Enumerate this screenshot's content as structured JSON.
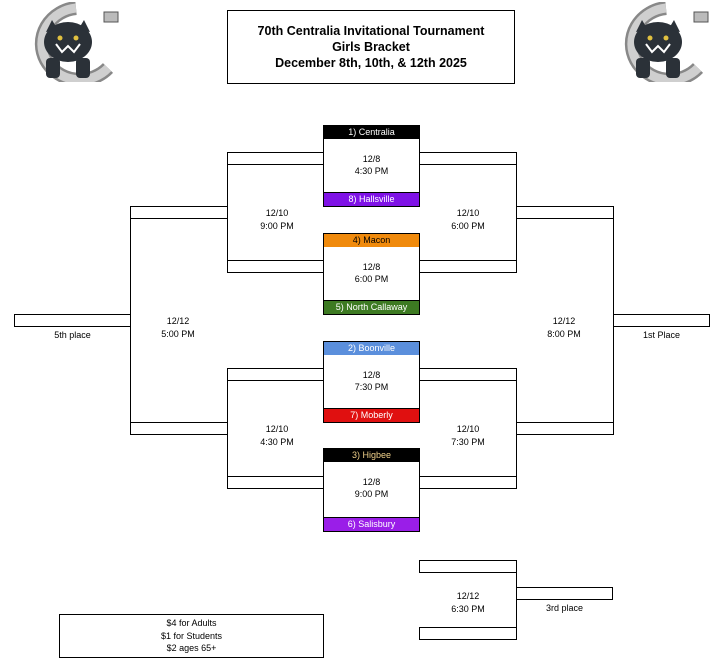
{
  "header": {
    "line1": "70th Centralia Invitational Tournament",
    "line2": "Girls Bracket",
    "line3": "December 8th, 10th, & 12th 2025"
  },
  "logos": {
    "left": "panther-c-logo",
    "right": "panther-c-logo"
  },
  "first_round": [
    {
      "top_team": "1) Centralia",
      "top_color": "#000000",
      "top_text": "#ffffff",
      "date": "12/8",
      "time": "4:30 PM",
      "bottom_team": "8) Hallsville",
      "bottom_color": "#7f12e6",
      "bottom_text": "#ffffff"
    },
    {
      "top_team": "4) Macon",
      "top_color": "#f08a0c",
      "top_text": "#000000",
      "date": "12/8",
      "time": "6:00 PM",
      "bottom_team": "5) North Callaway",
      "bottom_color": "#3d7a22",
      "bottom_text": "#ffffff"
    },
    {
      "top_team": "2) Boonville",
      "top_color": "#5b8fdc",
      "top_text": "#ffffff",
      "date": "12/8",
      "time": "7:30 PM",
      "bottom_team": "7) Moberly",
      "bottom_color": "#e01010",
      "bottom_text": "#ffffff"
    },
    {
      "top_team": "3) Higbee",
      "top_color": "#000000",
      "top_text": "#f0d08a",
      "date": "12/8",
      "time": "9:00 PM",
      "bottom_team": "6) Salisbury",
      "bottom_color": "#9a1ee8",
      "bottom_text": "#ffffff"
    }
  ],
  "semis": {
    "consolation_top": {
      "date": "12/10",
      "time": "9:00 PM"
    },
    "winners_top": {
      "date": "12/10",
      "time": "6:00 PM"
    },
    "consolation_bottom": {
      "date": "12/10",
      "time": "4:30 PM"
    },
    "winners_bottom": {
      "date": "12/10",
      "time": "7:30 PM"
    }
  },
  "finals": {
    "fifth": {
      "date": "12/12",
      "time": "5:00 PM",
      "label": "5th place"
    },
    "first": {
      "date": "12/12",
      "time": "8:00 PM",
      "label": "1st Place"
    },
    "third": {
      "date": "12/12",
      "time": "6:30 PM",
      "label": "3rd place"
    }
  },
  "prices": [
    "$4 for Adults",
    "$1 for Students",
    "$2 ages 65+"
  ]
}
